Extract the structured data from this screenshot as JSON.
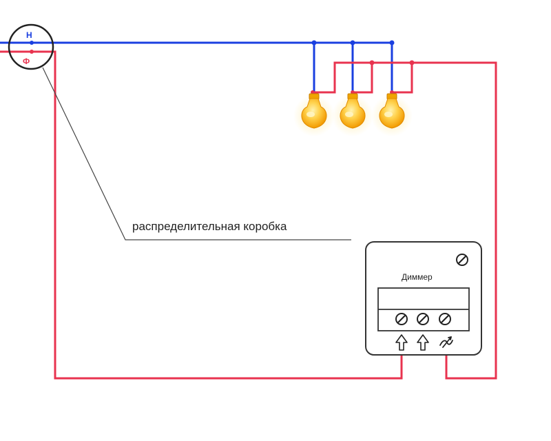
{
  "junction_box": {
    "neutral_label": "Н",
    "phase_label": "Ф",
    "caption": "распределительная коробка"
  },
  "dimmer": {
    "title": "Диммер"
  },
  "lamps": {
    "count": 3
  },
  "colors": {
    "neutral_wire": "#1a3fe0",
    "phase_wire": "#e8334f",
    "leader_line": "#333333",
    "outline": "#333333",
    "lamp_body": "#f5b400",
    "lamp_highlight": "#ffe27a",
    "lamp_glow": "#ffd24d"
  },
  "icons": {
    "dimmer_knob": "screw-icon",
    "terminal": "screw-terminal-icon",
    "input_arrow": "arrow-up-outline-icon",
    "dimmer_output": "dimmer-output-icon",
    "lamp": "light-bulb-icon"
  }
}
